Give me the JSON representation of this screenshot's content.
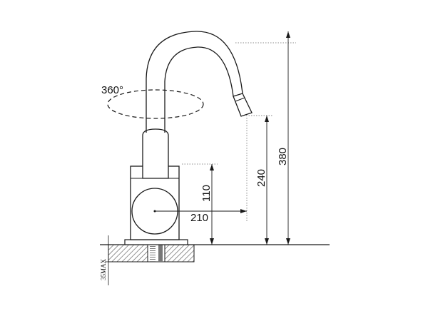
{
  "rotation": {
    "label": "360°"
  },
  "dimensions": {
    "height_total": "380",
    "spout_height": "240",
    "base_to_lever": "110",
    "reach": "210",
    "mount_thickness": "35MAX"
  },
  "colors": {
    "line": "#1a1a1a",
    "hatch": "#555555",
    "dots": "#666666"
  }
}
